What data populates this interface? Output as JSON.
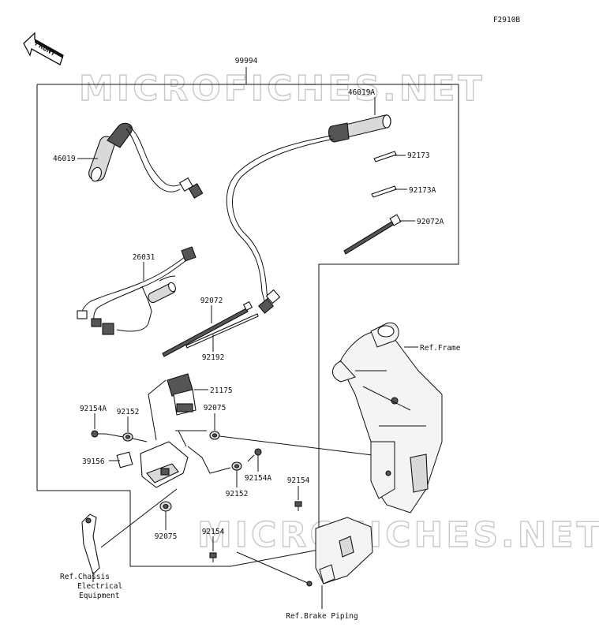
{
  "figure_code": "F2910B",
  "front_arrow_label": "FRONT",
  "watermarks": [
    "MICROFICHES.NET",
    "MICROFICHES.NET"
  ],
  "assembly_label": "99994",
  "parts": {
    "grip_left": "46019",
    "grip_right": "46019A",
    "clamp_1": "92173",
    "clamp_2": "92173A",
    "band_long": "92072A",
    "harness": "26031",
    "band_short": "92072",
    "tube": "92192",
    "connector": "21175",
    "bolt_a": "92154A",
    "collar_a": "92152",
    "collar_b": "92075",
    "bracket": "39156",
    "bolt_a2": "92154A",
    "collar_a2": "92152",
    "bolt_1": "92154",
    "collar_b2": "92075",
    "bolt_2": "92154"
  },
  "refs": {
    "frame": "Ref.Frame",
    "chassis_line1": "Ref.Chassis",
    "chassis_line2": "Electrical",
    "chassis_line3": "Equipment",
    "brake": "Ref.Brake Piping"
  }
}
